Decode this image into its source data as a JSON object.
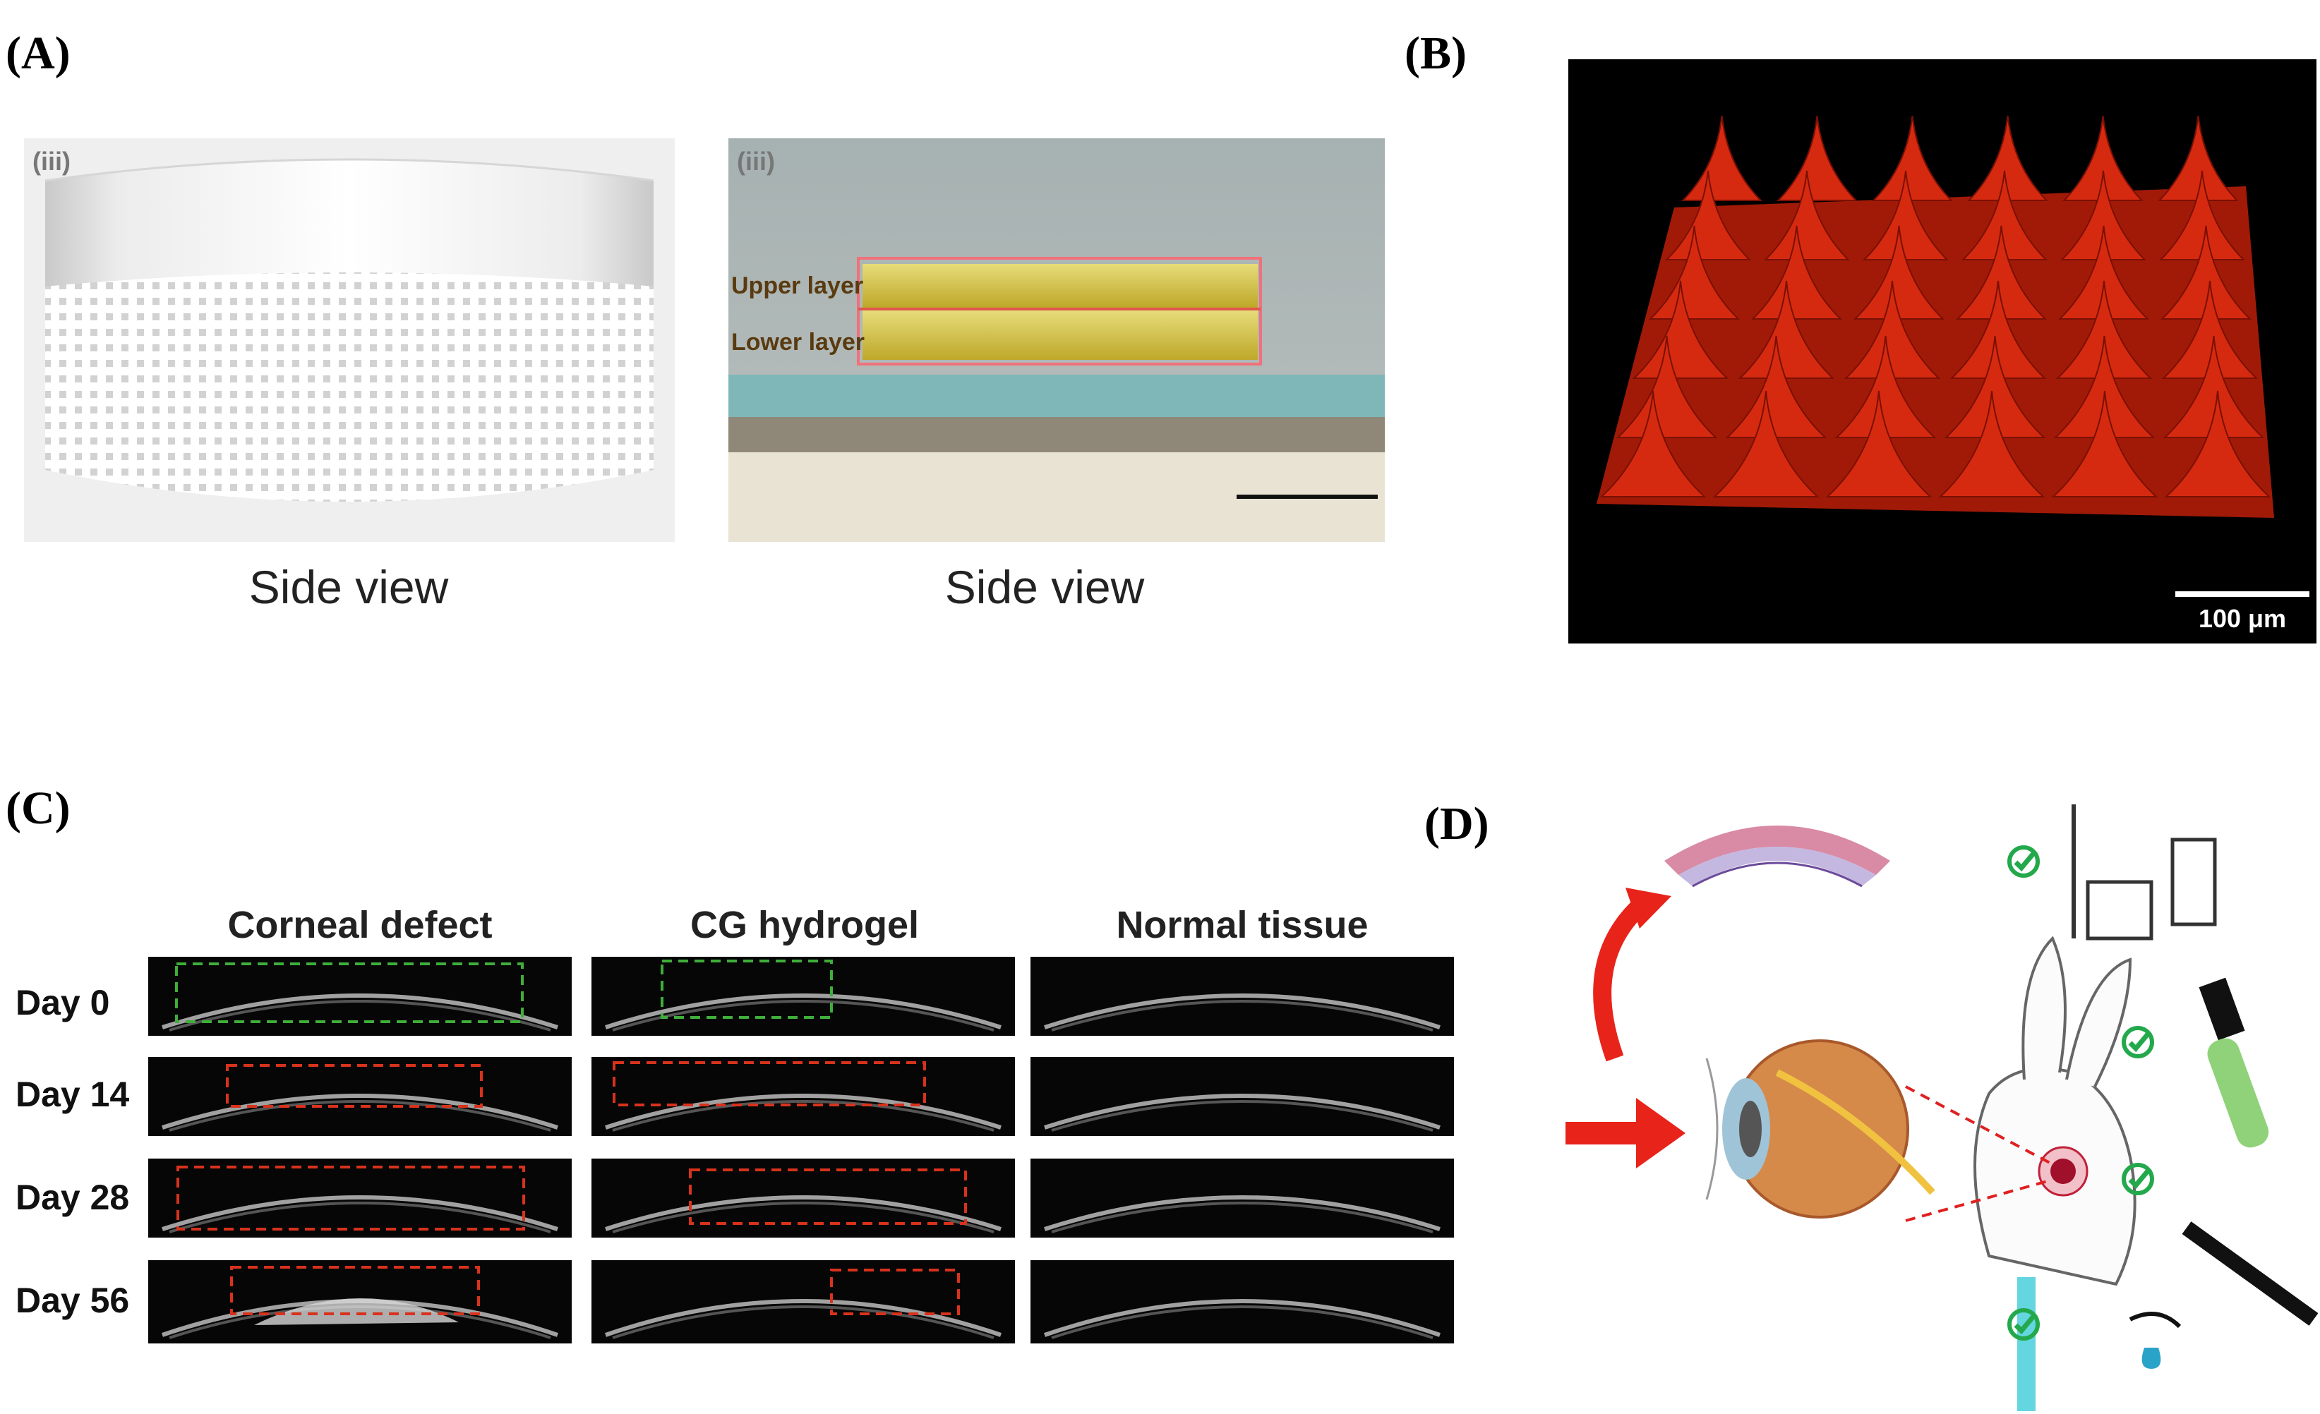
{
  "panels": {
    "A": {
      "label": "(A)",
      "left": {
        "tag": "(iii)",
        "caption": "Side view"
      },
      "right": {
        "tag": "(iii)",
        "caption": "Side view",
        "upper_label": "Upper layer",
        "lower_label": "Lower layer"
      }
    },
    "B": {
      "label": "(B)",
      "scale_bar": "100 μm",
      "colors": {
        "render": "#d62a10",
        "background": "#000000"
      }
    },
    "C": {
      "label": "(C)",
      "columns": [
        "Corneal defect",
        "CG hydrogel",
        "Normal tissue"
      ],
      "rows": [
        "Day 0",
        "Day 14",
        "Day 28",
        "Day 56"
      ],
      "colors": {
        "day0_box": "#3fae3a",
        "later_box": "#d8321c"
      }
    },
    "D": {
      "label": "(D)",
      "colors": {
        "arrow": "#e8231a",
        "check": "#23a94b"
      }
    }
  }
}
